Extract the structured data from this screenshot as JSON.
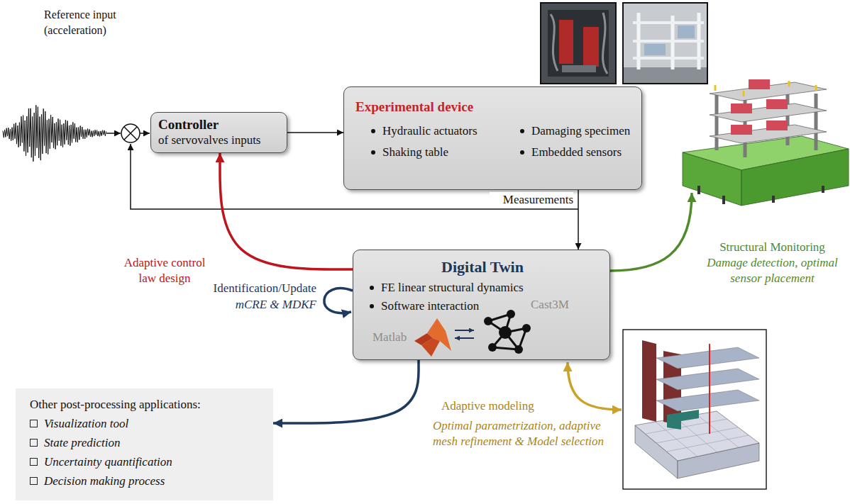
{
  "diagram": {
    "nodes": [
      {
        "text": [
          "Controller",
          "of servovalves inputs"
        ]
      },
      {
        "text": [
          "Experimental device",
          "Hydraulic actuators",
          "Damaging specimen",
          "Shaking table",
          "Embedded sensors"
        ]
      },
      {
        "text": [
          "Digital Twin",
          "FE linear structural dynamics",
          "Software interaction",
          "Matlab",
          "Cast3M"
        ]
      },
      {
        "text": [
          "Other post-processing applications:",
          "Visualization tool",
          "State prediction",
          "Uncertainty quantification",
          "Decision making process"
        ]
      }
    ],
    "edges": [
      {
        "from": 0,
        "to": 1,
        "arrow": "to"
      },
      {
        "from": 1,
        "to": 2,
        "arrow": "to",
        "label": "Measurements"
      },
      {
        "from": 2,
        "to": 0,
        "arrow": "to",
        "label": "Adaptive control law design"
      },
      {
        "from": 2,
        "to": 3,
        "arrow": "to"
      }
    ],
    "labels": [
      "Reference input (acceleration)",
      "Identification/Update",
      "mCRE & MDKF",
      "Structural Monitoring",
      "Damage detection, optimal sensor placement",
      "Adaptive modeling",
      "Optimal parametrization, adaptive mesh refinement & Model selection"
    ]
  }
}
